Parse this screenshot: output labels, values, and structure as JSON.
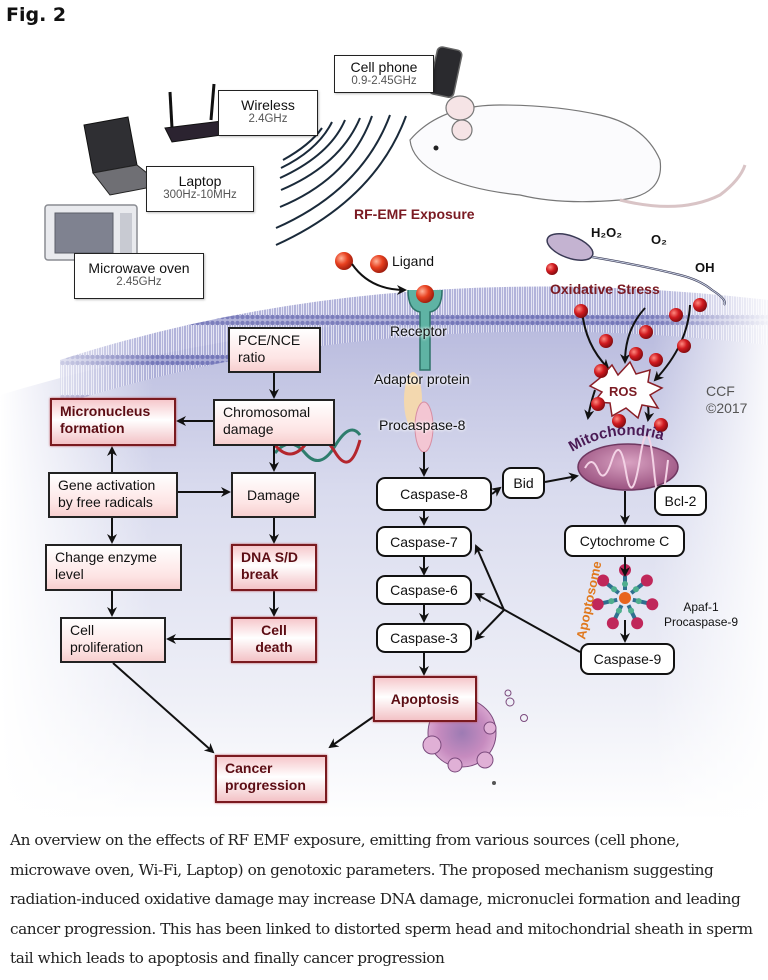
{
  "figure": {
    "label": "Fig. 2",
    "credit": {
      "line1": "CCF",
      "line2": "©2017"
    }
  },
  "sources": [
    {
      "name": "Cell phone",
      "freq": "0.9-2.45GHz",
      "icon": "cell-phone-icon"
    },
    {
      "name": "Wireless",
      "freq": "2.4GHz",
      "icon": "router-icon"
    },
    {
      "name": "Laptop",
      "freq": "300Hz-10MHz",
      "icon": "laptop-icon"
    },
    {
      "name": "Microwave oven",
      "freq": "2.45GHz",
      "icon": "microwave-icon"
    }
  ],
  "exposure_label": "RF-EMF Exposure",
  "receptor_pathway": {
    "ligand": "Ligand",
    "receptor": "Receptor",
    "adaptor": "Adaptor protein",
    "procaspase8": "Procaspase-8"
  },
  "oxidative": {
    "h2o2": "H₂O₂",
    "o2": "O₂",
    "oh": "OH",
    "stress": "Oxidative Stress",
    "ros": "ROS",
    "mitochondria": "Mitochondria"
  },
  "genotoxic_boxes": {
    "pce": [
      "PCE/NCE",
      "ratio"
    ],
    "micronucleus": [
      "Micronucleus",
      "formation"
    ],
    "chromosomal": [
      "Chromosomal",
      "damage"
    ],
    "gene_activation": [
      "Gene activation",
      "by free radicals"
    ],
    "damage": [
      "Damage"
    ],
    "enzyme": [
      "Change enzyme",
      "level"
    ],
    "dna_break": [
      "DNA S/D",
      "break"
    ],
    "proliferation": [
      "Cell",
      "proliferation"
    ],
    "cell_death": [
      "Cell",
      "death"
    ],
    "cancer": [
      "Cancer",
      "progression"
    ]
  },
  "apoptosis_boxes": {
    "caspase8": "Caspase-8",
    "bid": "Bid",
    "caspase7": "Caspase-7",
    "caspase6": "Caspase-6",
    "caspase3": "Caspase-3",
    "apoptosis": "Apoptosis",
    "bcl2": "Bcl-2",
    "cytochrome": "Cytochrome C",
    "caspase9": "Caspase-9",
    "apoptosome": "Apoptosome",
    "apaf": [
      "Apaf-1",
      "Procaspase-9"
    ]
  },
  "colors": {
    "dark_red": "#7a1a22",
    "box_pink": "#fde4e4",
    "membrane": "#8c8fc8",
    "cytoplasm": "#c9cbe6",
    "ros_ball": "#c4161c"
  },
  "caption": "An overview on the effects of RF EMF exposure, emitting from various sources (cell phone, microwave oven, Wi-Fi, Laptop) on genotoxic parameters. The proposed mechanism suggesting radiation-induced oxidative damage may increase DNA damage, micronuclei formation and leading cancer progression. This has been linked to distorted sperm head and mitochondrial sheath in sperm tail which leads to apoptosis and finally cancer progression"
}
